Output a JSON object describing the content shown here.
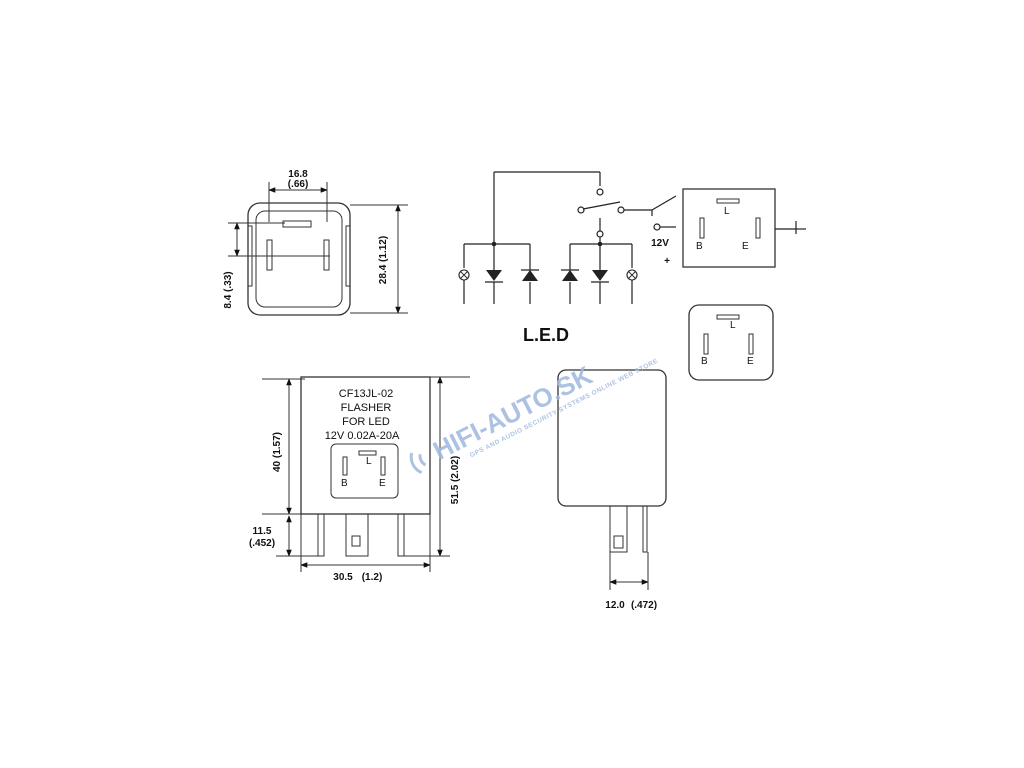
{
  "top_view": {
    "width_mm": "16.8",
    "width_in": "(.66)",
    "pin_offset": "8.4 (.33)",
    "height": "28.4 (1.12)"
  },
  "schematic": {
    "title": "L.E.D",
    "voltage": "12V",
    "plus": "+",
    "pins": {
      "l": "L",
      "b": "B",
      "e": "E"
    }
  },
  "pin_diagram": {
    "l": "L",
    "b": "B",
    "e": "E"
  },
  "front_view": {
    "label_lines": [
      "CF13JL-02",
      "FLASHER",
      "FOR LED",
      "12V 0.02A-20A"
    ],
    "pins": {
      "l": "L",
      "b": "B",
      "e": "E"
    },
    "dim_40": "40 (1.57)",
    "dim_51": "51.5 (2.02)",
    "dim_11_a": "11.5",
    "dim_11_b": "(.452)",
    "dim_30_a": "30.5",
    "dim_30_b": "(1.2)"
  },
  "side_view": {
    "dim_12_a": "12.0",
    "dim_12_b": "(.472)"
  },
  "watermark": {
    "brand": "HIFI-AUTO.SK",
    "tagline": "GPS AND AUDIO SECURITY SYSTEMS ONLINE WEB STORE"
  }
}
